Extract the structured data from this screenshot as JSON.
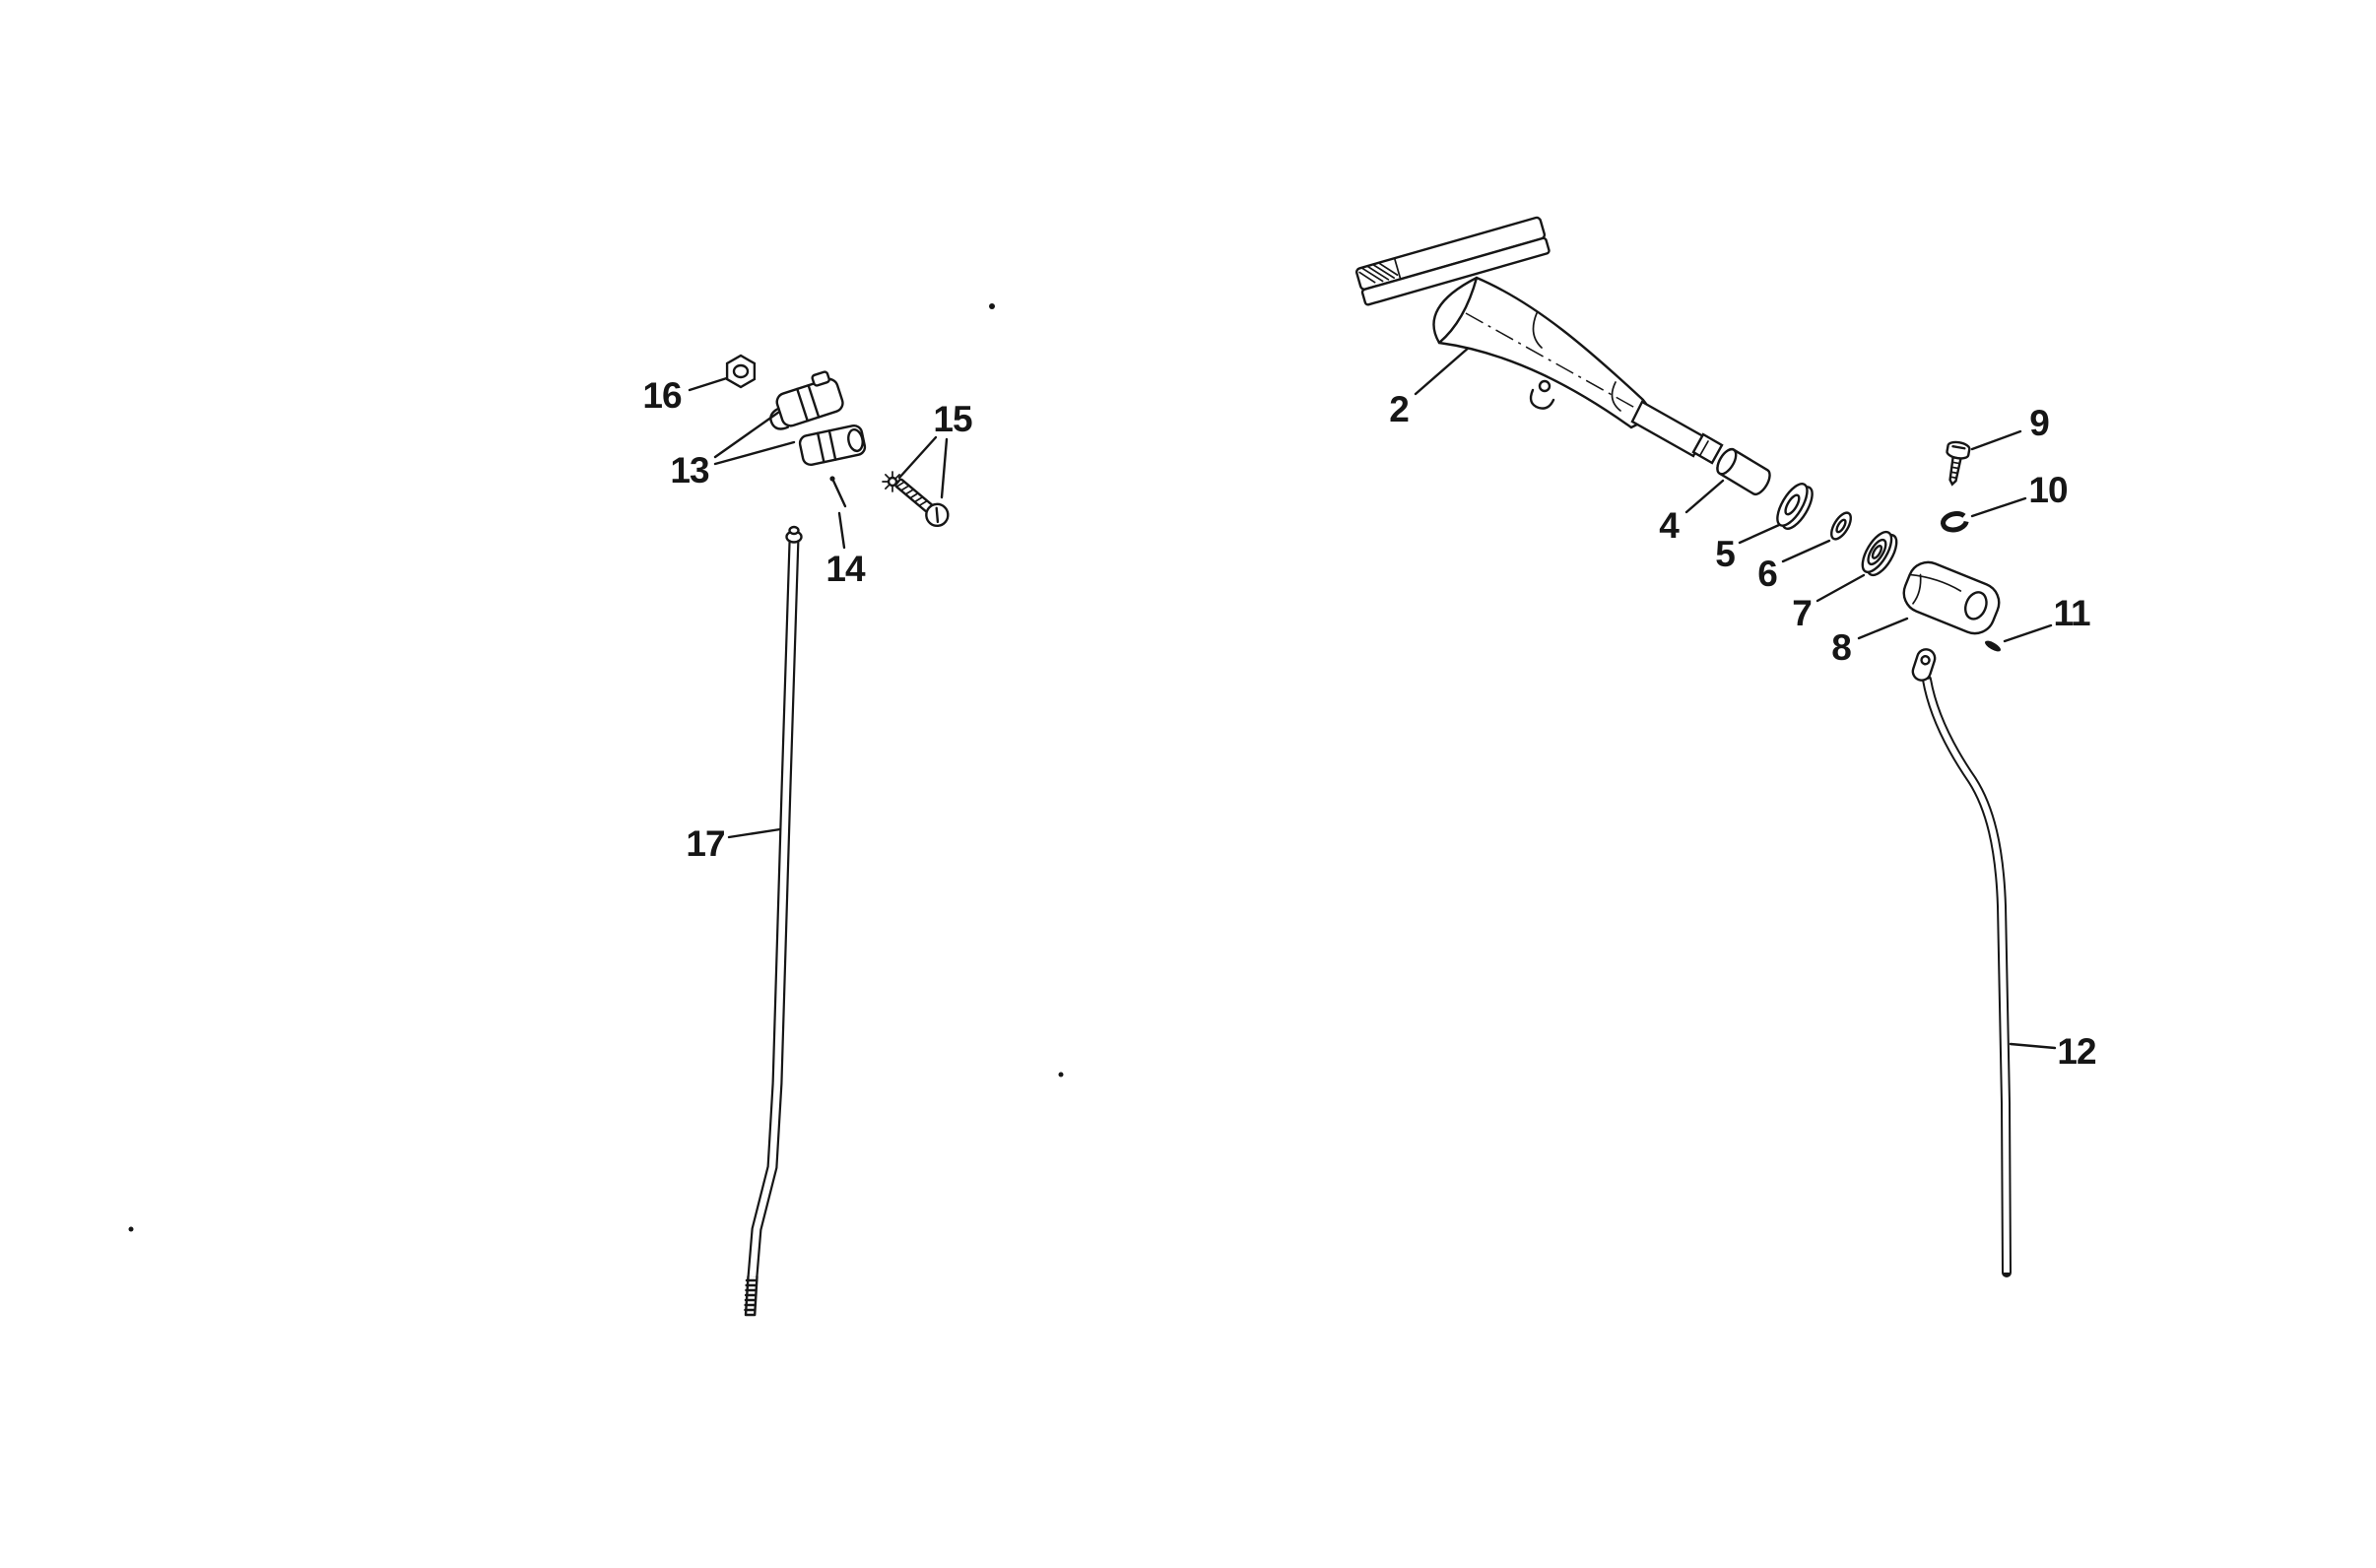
{
  "figure": {
    "type": "exploded-parts-diagram",
    "background": "#ffffff",
    "ink": "#161616"
  },
  "callouts": {
    "c2": "2",
    "c4": "4",
    "c5": "5",
    "c6": "6",
    "c7": "7",
    "c8": "8",
    "c9": "9",
    "c10": "10",
    "c11": "11",
    "c12": "12",
    "c13": "13",
    "c14": "14",
    "c15": "15",
    "c16": "16",
    "c17": "17"
  }
}
